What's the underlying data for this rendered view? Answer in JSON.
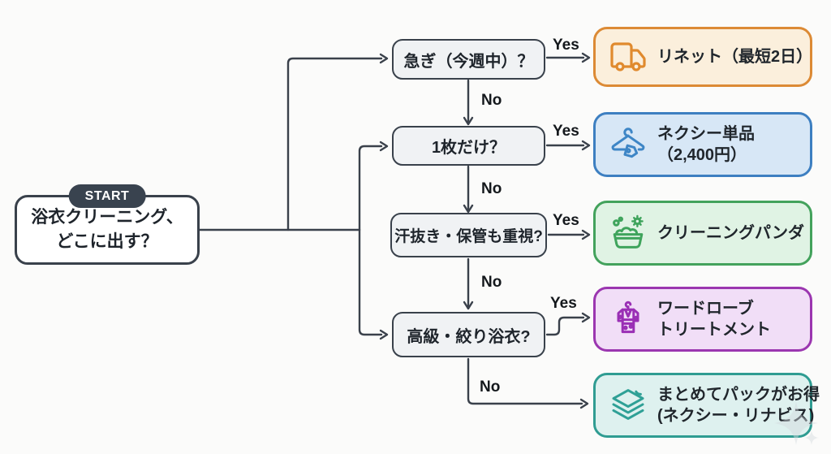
{
  "theme": {
    "line": "#3A414B",
    "node_border": "#39414B",
    "decision_bg": "#F0F2F4",
    "start_bg": "#FFFFFF",
    "badge_bg": "#39434F",
    "badge_text": "#FFFFFF",
    "text": "#1E242B",
    "canvas_bg": "#FBFBFA",
    "label_text": "#14181C",
    "watermark": "#D4DADF"
  },
  "start": {
    "badge": "START",
    "line1": "浴衣クリーニング、",
    "line2": "どこに出す？"
  },
  "decisions": [
    {
      "label": "急ぎ（今週中）？",
      "yes_label": "Yes",
      "no_label": "No"
    },
    {
      "label": "1枚だけ？",
      "yes_label": "Yes",
      "no_label": "No"
    },
    {
      "label": "汗抜き・保管も重視?",
      "yes_label": "Yes",
      "no_label": "No"
    },
    {
      "label": "高級・絞り浴衣?",
      "yes_label": "Yes",
      "no_label": "No"
    }
  ],
  "results": [
    {
      "icon": "truck-icon",
      "line1": "リネット（最短2日）",
      "line2": "",
      "border": "#DC8A35",
      "bg": "#FBEFDC",
      "icon_color": "#E08A2E"
    },
    {
      "icon": "hanger-tag-icon",
      "line1": "ネクシー単品",
      "line2": "（2,400円）",
      "border": "#3D7FC1",
      "bg": "#D7E7F6",
      "icon_color": "#3E86C6"
    },
    {
      "icon": "wash-basin-icon",
      "line1": "クリーニングパンダ",
      "line2": "",
      "border": "#43A25C",
      "bg": "#E0F3E4",
      "icon_color": "#3FA45C"
    },
    {
      "icon": "kimono-icon",
      "line1": "ワードローブ",
      "line2": "トリートメント",
      "border": "#9B36B0",
      "bg": "#F1DEF7",
      "icon_color": "#9A2FB5"
    },
    {
      "icon": "layers-icon",
      "line1": "まとめてパックがお得",
      "line2": "(ネクシー・リナビス)",
      "border": "#2F9C92",
      "bg": "#DEF1EF",
      "icon_color": "#2FA096"
    }
  ]
}
